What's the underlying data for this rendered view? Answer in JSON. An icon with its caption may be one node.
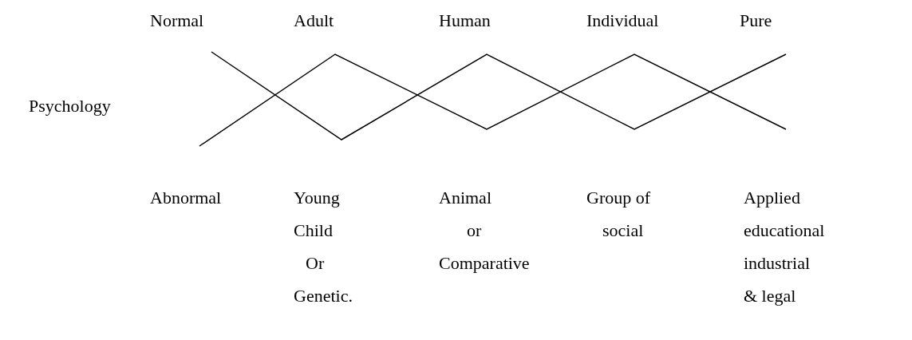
{
  "diagram": {
    "labels": [
      "Normal",
      "Adult",
      "Human",
      "Individual",
      "Pure",
      "Psychology",
      "Abnormal",
      "Young",
      "Animal",
      "Group of",
      "Applied",
      "Child",
      "or",
      "social",
      "educational",
      "Or",
      "Comparative",
      "industrial",
      "Genetic.",
      "& legal"
    ]
  }
}
